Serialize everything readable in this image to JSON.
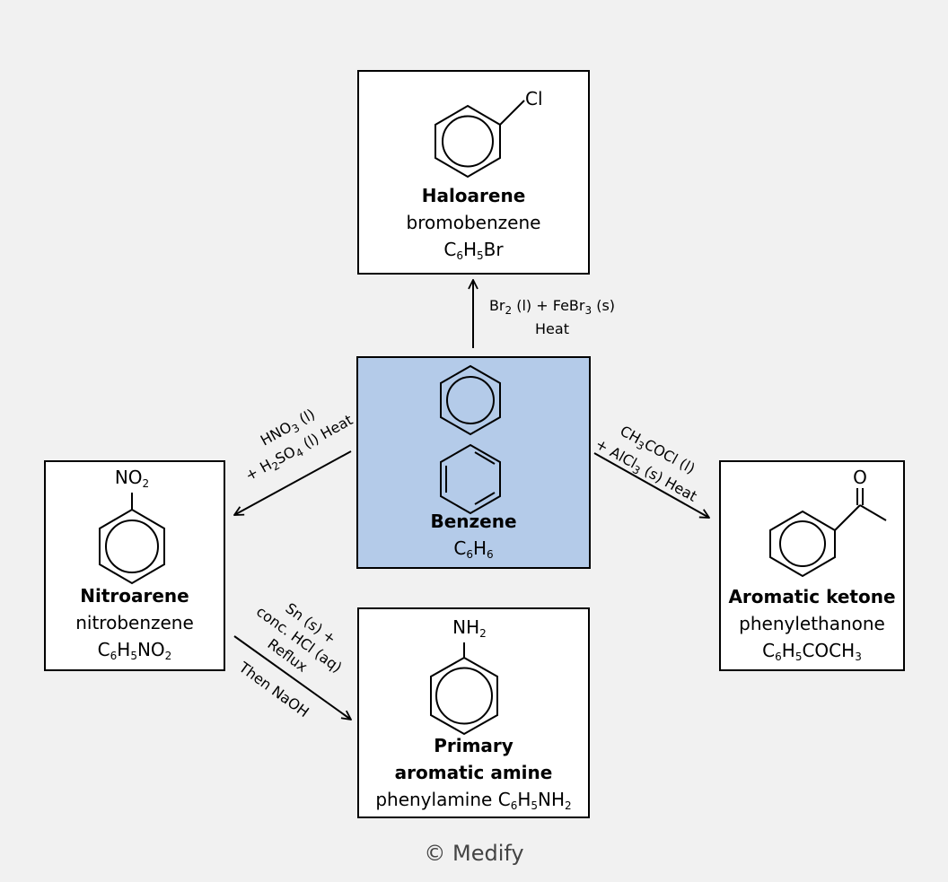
{
  "copyright": "© Medify",
  "nodes": {
    "haloarene": {
      "name": "Haloarene",
      "common": "bromobenzene",
      "formula": [
        "C",
        "6",
        "H",
        "5",
        "Br"
      ],
      "substituent": "Cl"
    },
    "benzene": {
      "name": "Benzene",
      "formula": [
        "C",
        "6",
        "H",
        "6"
      ]
    },
    "nitroarene": {
      "name": "Nitroarene",
      "common": "nitrobenzene",
      "formula": [
        "C",
        "6",
        "H",
        "5",
        "NO",
        "2"
      ],
      "substituent": [
        "NO",
        "2"
      ]
    },
    "ketone": {
      "name": "Aromatic ketone",
      "common": "phenylethanone",
      "formula": [
        "C",
        "6",
        "H",
        "5",
        "COCH",
        "3"
      ],
      "substituent": "O"
    },
    "amine": {
      "name_line1": "Primary",
      "name_line2": "aromatic amine",
      "common": "phenylamine",
      "formula": [
        "C",
        "6",
        "H",
        "5",
        "NH",
        "2"
      ],
      "substituent": [
        "NH",
        "2"
      ]
    }
  },
  "reactions": {
    "to_haloarene": {
      "line1": [
        "Br",
        "2",
        " (l) + FeBr",
        "3",
        " (s)"
      ],
      "line2": "Heat"
    },
    "to_nitroarene": {
      "line1": [
        "HNO",
        "3",
        " (l)"
      ],
      "line2": [
        "+ H",
        "2",
        "SO",
        "4",
        " (l) Heat"
      ]
    },
    "to_ketone": {
      "line1": [
        "CH",
        "3",
        "COCl (l)"
      ],
      "line2": [
        "+ AlCl",
        "3",
        " (s) Heat"
      ]
    },
    "to_amine": {
      "line1": "Sn (s) +",
      "line2": "conc. HCl (aq)",
      "line3": "Reflux",
      "line4": "Then NaOH"
    }
  }
}
